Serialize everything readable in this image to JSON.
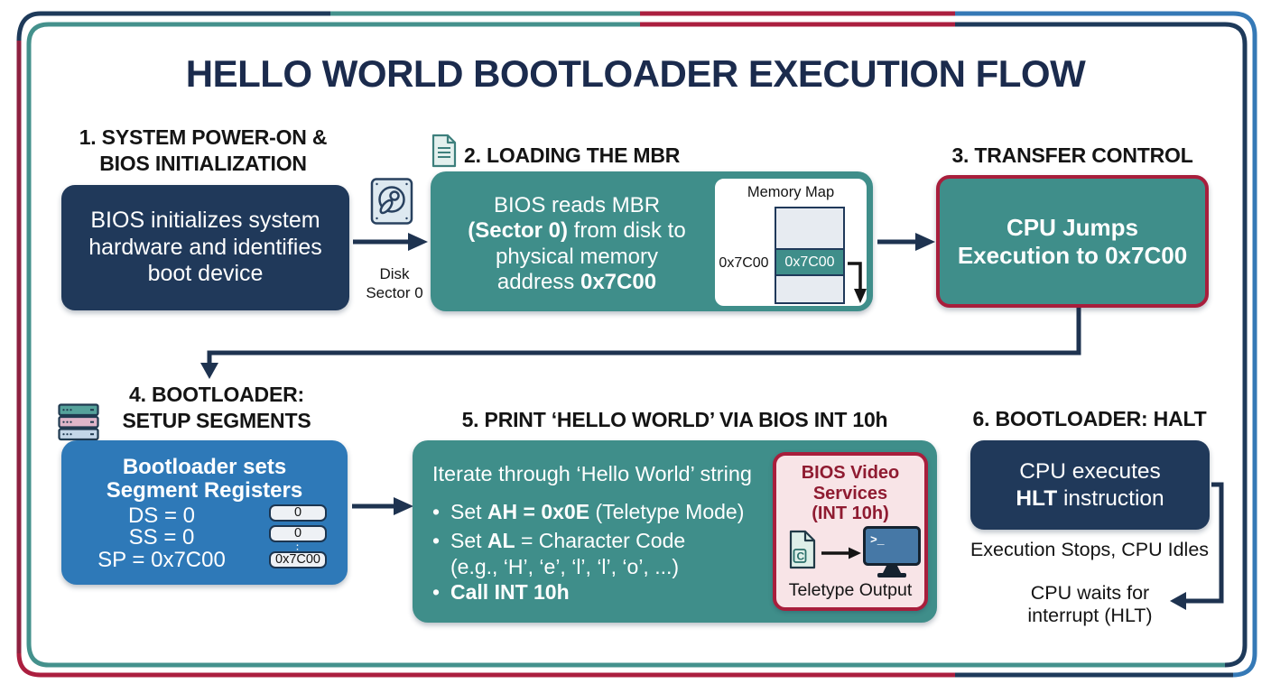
{
  "title": "HELLO WORLD BOOTLOADER EXECUTION FLOW",
  "step1": {
    "heading1": "1. SYSTEM POWER-ON &",
    "heading2": "BIOS INITIALIZATION",
    "body1": "BIOS initializes system",
    "body2": "hardware and identifies",
    "body3": "boot device",
    "arrow_label1": "Disk",
    "arrow_label2": "Sector 0"
  },
  "step2": {
    "heading": "2. LOADING THE MBR",
    "body_l1": "BIOS reads MBR",
    "body_l2_bold": "(Sector 0)",
    "body_l2": " from disk to",
    "body_l3": "physical memory",
    "body_l4": "address ",
    "body_l4_bold": "0x7C00",
    "memory_map": {
      "title": "Memory Map",
      "side_label": "0x7C00",
      "cell_label": "0x7C00"
    }
  },
  "step3": {
    "heading": "3. TRANSFER CONTROL",
    "body1": "CPU Jumps",
    "body2": "Execution to 0x7C00"
  },
  "step4": {
    "heading1": "4. BOOTLOADER:",
    "heading2": "SETUP SEGMENTS",
    "title1": "Bootloader sets",
    "title2": "Segment Registers",
    "row1": "DS = 0",
    "row2": "SS = 0",
    "row3": "SP = 0x7C00",
    "reg1": "0",
    "reg2": "0",
    "reg3": "0x7C00",
    "dots": "⋮"
  },
  "step5": {
    "heading": "5. PRINT ‘HELLO WORLD’ VIA BIOS INT 10h",
    "intro": "Iterate through ‘Hello World’ string",
    "bullet": "•",
    "b1_pre": "Set ",
    "b1_bold": "AH = 0x0E",
    "b1_post": " (Teletype Mode)",
    "b2_pre": "Set ",
    "b2_bold": "AL",
    "b2_post": " = Character Code",
    "b2_line2": "(e.g., ‘H’, ‘e’, ‘l’, ‘l’, ‘o’, ...)",
    "b3_bold": "Call INT 10h",
    "panel": {
      "title1": "BIOS Video",
      "title2": "Services",
      "title3": "(INT 10h)",
      "doc_letter": "C",
      "prompt": "&gt;_",
      "prompt_plain": ">_",
      "caption": "Teletype Output"
    }
  },
  "step6": {
    "heading": "6. BOOTLOADER: HALT",
    "body1": "CPU executes",
    "body2_bold": "HLT",
    "body2_post": " instruction",
    "note1": "Execution Stops, CPU Idles",
    "note2_l1": "CPU waits for",
    "note2_l2": "interrupt (HLT)"
  },
  "colors": {
    "navy": "#20395a",
    "teal": "#3f8e8a",
    "blue": "#2e79b8",
    "crimson": "#a81e3c",
    "pink_panel": "#f8e4e7",
    "dark_red_text": "#8f1b31",
    "arrow": "#1e3350",
    "frame_teal": "#44918c",
    "frame_red": "#ab1f3f",
    "frame_navy": "#1e3a5a",
    "frame_blue": "#3579b6"
  }
}
